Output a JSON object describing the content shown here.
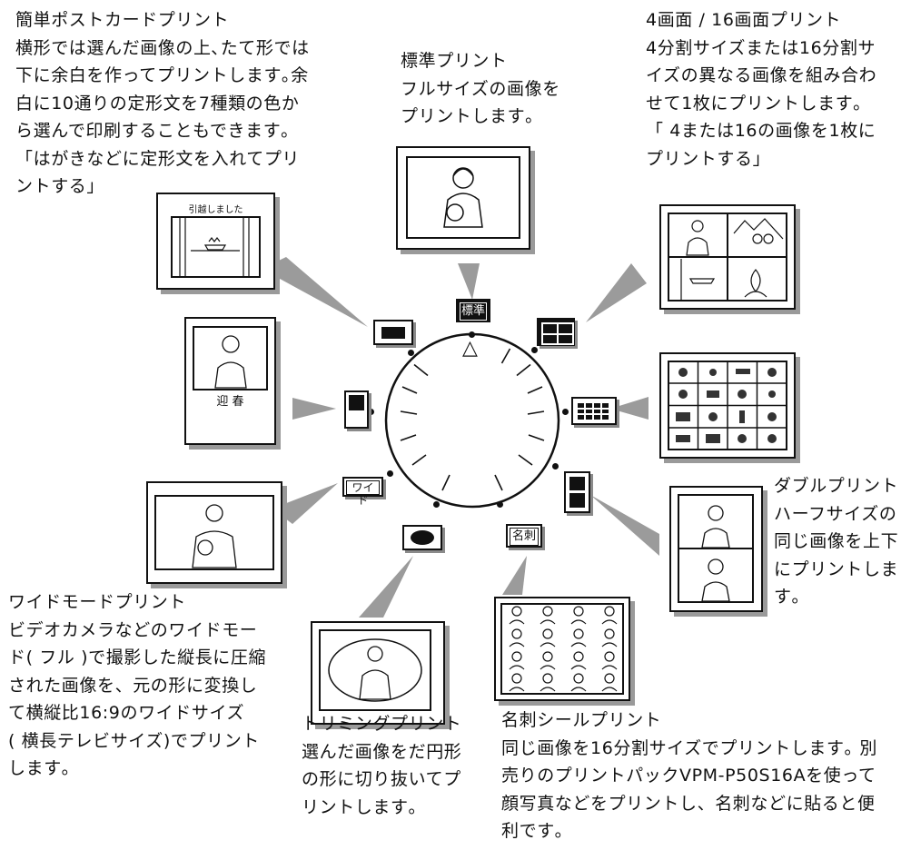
{
  "dial": {
    "label_standard": "標準",
    "label_wide": "ワイド",
    "label_namecard": "名刺",
    "pointer_symbol": "△"
  },
  "thumbs": {
    "postcard_caption": "引越しました",
    "greeting_caption": "迎 春"
  },
  "sections": {
    "postcard": {
      "title": "簡単ポストカードプリント",
      "lines": [
        "横形では選んだ画像の上､たて形では",
        "下に余白を作ってプリントします｡余",
        "白に10通りの定形文を7種類の色か",
        "ら選んで印刷することもできます｡",
        " 「はがきなどに定形文を入れてプリ",
        "ントする」"
      ]
    },
    "standard": {
      "title": "標準プリント",
      "lines": [
        "フルサイズの画像を",
        "プリントします｡"
      ]
    },
    "multi": {
      "title": "4画面 / 16画面プリント",
      "lines": [
        "4分割サイズまたは16分割サ",
        "イズの異なる画像を組み合わ",
        "せて1枚にプリントします｡",
        " 「 4または16の画像を1枚に",
        "プリントする」"
      ]
    },
    "double": {
      "title": "ダブルプリント",
      "lines": [
        "ハーフサイズの",
        "同じ画像を上下",
        "にプリントしま",
        "す｡"
      ]
    },
    "wide": {
      "title": "ワイドモードプリント",
      "lines": [
        "ビデオカメラなどのワイドモー",
        "ド( フル )で撮影した縦長に圧縮",
        "された画像を、元の形に変換し",
        "て横縦比16:9のワイドサイズ",
        "( 横長テレビサイズ)でプリント",
        "します｡"
      ]
    },
    "trimming": {
      "title": "トリミングプリント",
      "lines": [
        "選んだ画像をだ円形",
        "の形に切り抜いてプ",
        "リントします｡"
      ]
    },
    "sticker": {
      "title": "名刺シールプリント",
      "lines": [
        "同じ画像を16分割サイズでプリントします｡ 別",
        "売りのプリントパックVPM-P50S16Aを使って",
        "顔写真などをプリントし、名刺などに貼ると便",
        "利です｡"
      ]
    }
  }
}
